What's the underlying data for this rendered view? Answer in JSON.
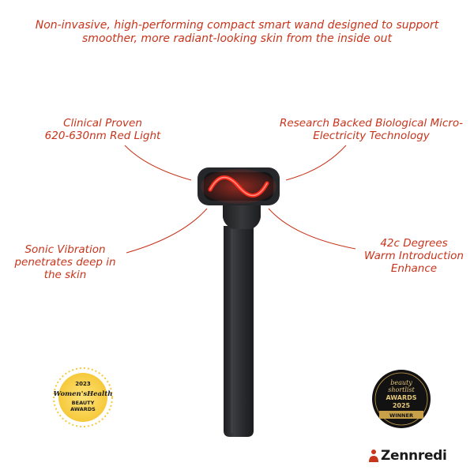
{
  "headline": {
    "line1": "Non-invasive, high-performing compact smart wand designed to support",
    "line2": "smoother, more radiant-looking skin from the inside out"
  },
  "callouts": {
    "top_left": {
      "line1": "Clinical Proven",
      "line2": "620-630nm Red Light"
    },
    "top_right": {
      "line1": "Research Backed Biological Micro-",
      "line2": "Electricity Technology"
    },
    "bottom_left": {
      "line1": "Sonic Vibration",
      "line2": "penetrates deep in",
      "line3": "the skin"
    },
    "bottom_right": {
      "line1": "42c Degrees",
      "line2": "Warm Introduction",
      "line3": "Enhance"
    }
  },
  "badges": {
    "womens_health": {
      "year": "2023",
      "brand": "Women'sHealth",
      "line1": "BEAUTY",
      "line2": "AWARDS"
    },
    "beauty_shortlist": {
      "line1": "beauty",
      "line2": "shortlist",
      "line3": "AWARDS",
      "year": "2025",
      "ribbon": "WINNER"
    }
  },
  "brand": {
    "name": "Zennredi"
  },
  "colors": {
    "accent": "#c7351c",
    "device": "#2c2d2f",
    "red_light": "#ff2a1a",
    "badge_yellow": "#f6c93b",
    "badge_gold": "#c9a04a"
  }
}
